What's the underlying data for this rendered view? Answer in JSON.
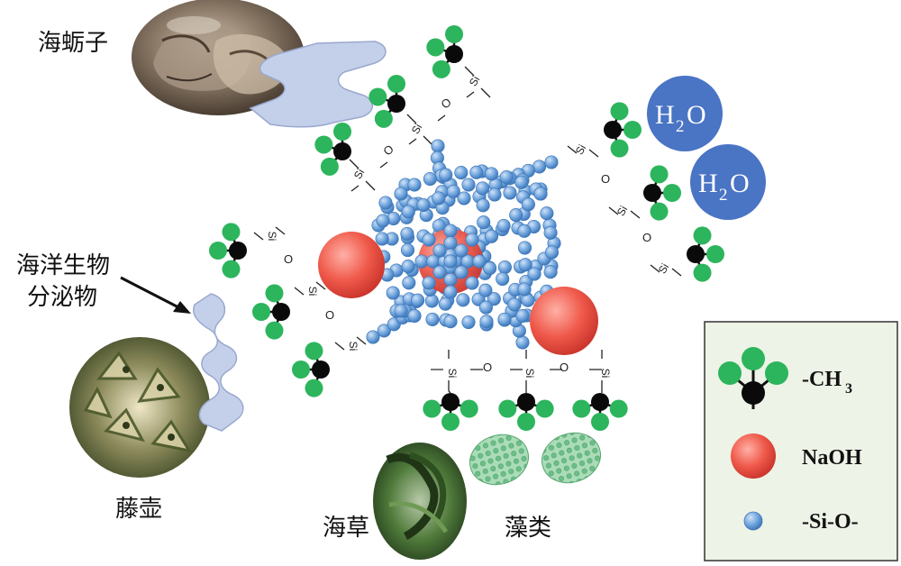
{
  "labels": {
    "oyster": "海蛎子",
    "secretion_line1": "海洋生物",
    "secretion_line2": "分泌物",
    "barnacle": "藤壶",
    "seaweed": "海草",
    "algae": "藻类",
    "water_main": "H",
    "water_sub": "2",
    "water_tail": "O"
  },
  "legend": {
    "methyl_main": "-CH",
    "methyl_sub": "3",
    "naoh": "NaOH",
    "sio": "-Si-O-"
  },
  "chain_text": {
    "si": "Si",
    "o": "O"
  },
  "colors": {
    "methyl_green": "#2cb55c",
    "carbon_black": "#0a0a0a",
    "naoh_red": "#e8483a",
    "sio_blue": "#5d97d6",
    "water_blue": "#4a74c4",
    "secretion_fill": "#c4d0ea",
    "legend_bg": "#edf3e6",
    "oyster_tone": "#7c6a57",
    "barnacle_tone": "#6f7f49",
    "seaweed_tone": "#3e6a2d",
    "algae_tone": "#8ed2a4"
  }
}
